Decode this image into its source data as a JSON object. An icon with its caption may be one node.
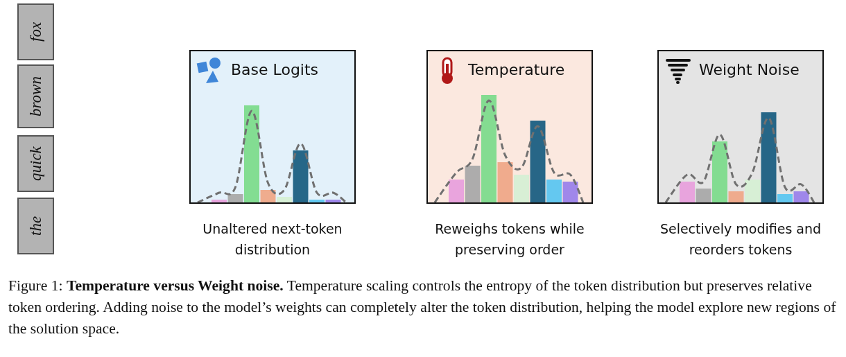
{
  "diagram": {
    "caption": "Figure 1: **Temperature versus Weight noise.** Temperature scaling controls the entropy of the token distribution but preserves relative token ordering. Adding noise to the model’s weights can completely alter the token distribution, helping the model explore new regions of the solution space.",
    "nodes": [
      {
        "text": [
          "fox"
        ]
      },
      {
        "text": [
          "brown"
        ]
      },
      {
        "text": [
          "quick"
        ]
      },
      {
        "text": [
          "the"
        ]
      },
      {
        "text": [
          "Base Logits"
        ],
        "beside": [
          "Unaltered next-token distribution"
        ]
      },
      {
        "text": [
          "Temperature"
        ],
        "beside": [
          "Reweighs tokens while preserving order"
        ]
      },
      {
        "text": [
          "Weight Noise"
        ],
        "beside": [
          "Selectively modifies and reorders tokens"
        ]
      }
    ]
  }
}
